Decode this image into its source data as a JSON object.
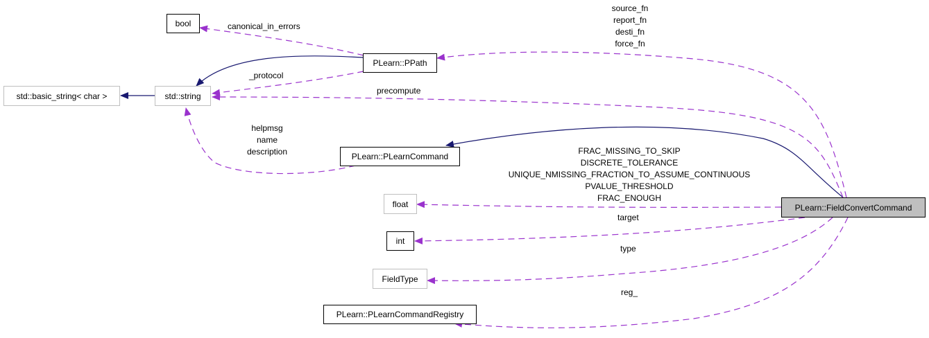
{
  "colors": {
    "inherit_edge": "#191970",
    "usage_edge": "#9a32cd",
    "focus_fill": "#bfbfbf",
    "external_border": "#bfbfbf",
    "node_border": "#000000"
  },
  "nodes": {
    "bool": "bool",
    "basic_string": "std::basic_string< char >",
    "std_string": "std::string",
    "ppath": "PLearn::PPath",
    "plearn_command": "PLearn::PLearnCommand",
    "float": "float",
    "int": "int",
    "field_type": "FieldType",
    "registry": "PLearn::PLearnCommandRegistry",
    "focus": "PLearn::FieldConvertCommand"
  },
  "edge_labels": {
    "canonical_in_errors": "canonical_in_errors",
    "protocol": "_protocol",
    "precompute": "precompute",
    "ppath_members": [
      "source_fn",
      "report_fn",
      "desti_fn",
      "force_fn"
    ],
    "string_members": [
      "helpmsg",
      "name",
      "description"
    ],
    "float_members": [
      "FRAC_MISSING_TO_SKIP",
      "DISCRETE_TOLERANCE",
      "UNIQUE_NMISSING_FRACTION_TO_ASSUME_CONTINUOUS",
      "PVALUE_THRESHOLD",
      "FRAC_ENOUGH"
    ],
    "target": "target",
    "type": "type",
    "reg": "reg_"
  }
}
